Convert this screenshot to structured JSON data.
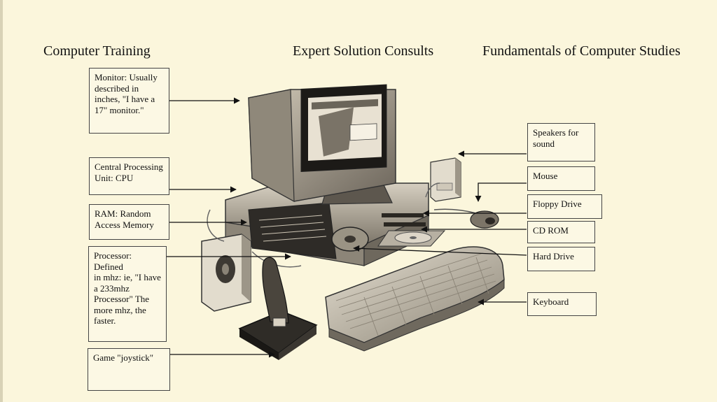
{
  "headings": {
    "left": "Computer Training",
    "center": "Expert Solution Consults",
    "right": "Fundamentals of Computer Studies"
  },
  "labels": {
    "monitor": "Monitor: Usually\ndescribed in\ninches, \"I have a\n17\" monitor.\"",
    "cpu": "Central Processing\nUnit: CPU",
    "ram": "RAM: Random\nAccess Memory",
    "processor": "Processor: Defined\nin mhz: ie, \"I have\na 233mhz\nProcessor\"  The\nmore mhz, the\nfaster.",
    "joystick": "Game \"joystick\"",
    "speakers": "Speakers for\nsound",
    "mouse": "Mouse",
    "floppy": "Floppy Drive",
    "cdrom": "CD ROM",
    "hard_drive": "Hard Drive",
    "keyboard": "Keyboard"
  },
  "colors": {
    "background": "#fbf6dc",
    "ink": "#111111",
    "box_border": "#444444"
  }
}
